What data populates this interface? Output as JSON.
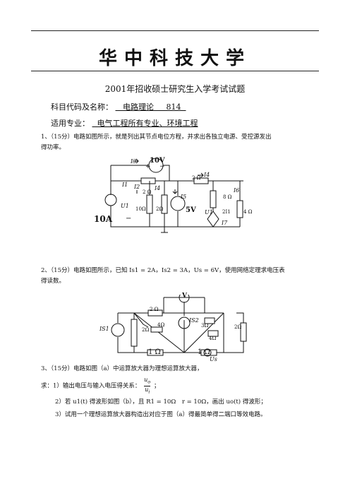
{
  "header": {
    "university": "华中科技大学",
    "exam_title": "2001年招收硕士研究生入学考试试题",
    "subject_label": "科目代码及名称：",
    "subject_name": "电路理论",
    "subject_code": "814",
    "major_label": "适用专业：",
    "major_value": "电气工程所有专业、环境工程"
  },
  "q1": {
    "text_line1": "1、（15分）电路如图所示，就是列出其节点电位方程，并求出各独立电源、受控源发出",
    "text_line2": "得功率。",
    "labels": {
      "I3": "I3",
      "V10": "10V",
      "I1": "I1",
      "I2": "I2",
      "I4a": "I4",
      "r2a": "2 Ω",
      "r2b": "2Ω",
      "r10": "10Ω",
      "U1": "U1",
      "A10": "10A",
      "plus_a": "+",
      "minus_a": "−",
      "I5": "I5",
      "V5": "5V",
      "r2c": "2 Ω",
      "I4b": "I4",
      "r8": "8 Ω",
      "I6": "I6",
      "U1b": "U1",
      "k2": "2I1",
      "I7": "I7",
      "r4": "4 Ω"
    }
  },
  "q2": {
    "text_line1": "2、（15分）电路如图所示，已知 Is1 = 2A，Is2 = 3A，Us = 6V，使用网络定理求电压表",
    "text_line2": "得读数。",
    "labels": {
      "V": "V",
      "r2top": "2 Ω",
      "r4d": "4Ω",
      "r3": "3Ω",
      "IS1": "IS1",
      "r2left": "2Ω",
      "IS2": "IS2",
      "r4b": "4Ω",
      "r2right": "2Ω",
      "r1a": "1 Ω",
      "r1b": "1 Ω",
      "Us": "Us"
    }
  },
  "q3": {
    "line1": "3、（15分）电路如图（a）中运算放大器为理想运算放大器，",
    "line2": "求：1）输出电压与输入电压得关系：",
    "frac_top": "u",
    "frac_top_sub": "o",
    "frac_bottom": "u",
    "frac_bottom_sub": "i",
    "line2_end": "；",
    "line3": "2）若 u1(t) 得波形如图（b），且 R1 = 10Ω　r = 10Ω，画出 uo(t) 得波形；",
    "line4": "3）试用一个理想运算放大器构造出对应于图（a）得最简单得二端口等效电路。"
  }
}
